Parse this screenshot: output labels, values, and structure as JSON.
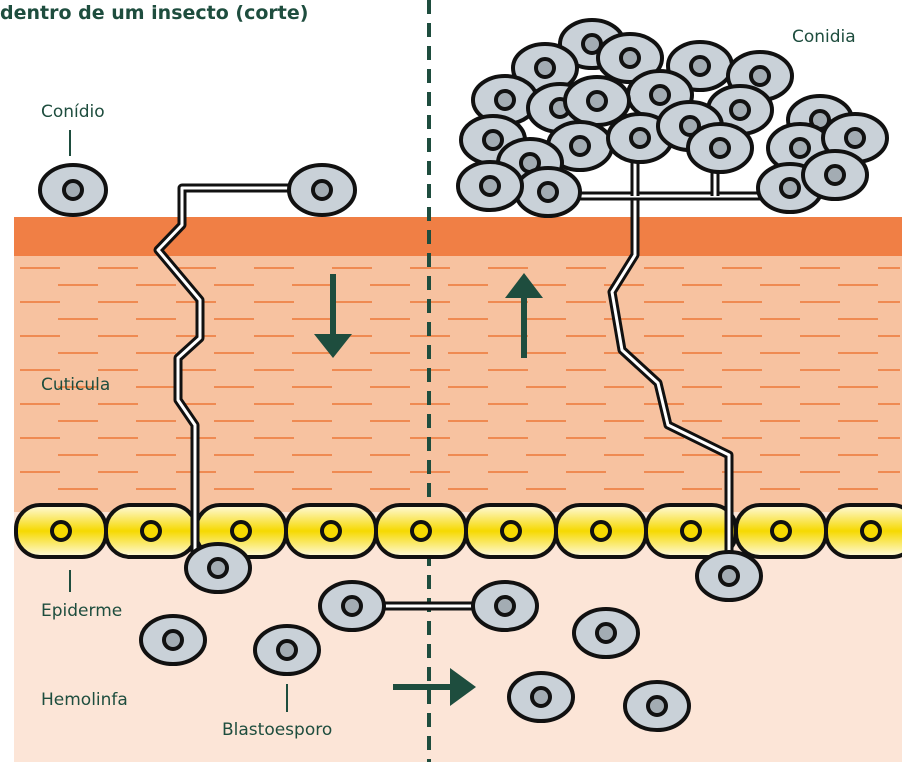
{
  "title": "dentro de um insecto (corte)",
  "labels": {
    "conidio": "Conídio",
    "conidia": "Conidia",
    "cuticula": "Cuticula",
    "epiderme": "Epiderme",
    "hemolinfa": "Hemolinfa",
    "blastoesporo": "Blastoesporo"
  },
  "colors": {
    "text": "#1e4d3e",
    "cuticle_top": "#f07f45",
    "cuticle": "#f7c2a0",
    "cuticle_lines": "#ef8a52",
    "hemolymph": "#fce5d7",
    "epidermis_cell": "#f6d900",
    "spore_fill": "#c9d1d8",
    "outline": "#111111",
    "arrow": "#1e4d3e"
  },
  "icons": [
    "arrow-down-icon",
    "arrow-up-icon",
    "arrow-right-icon"
  ]
}
